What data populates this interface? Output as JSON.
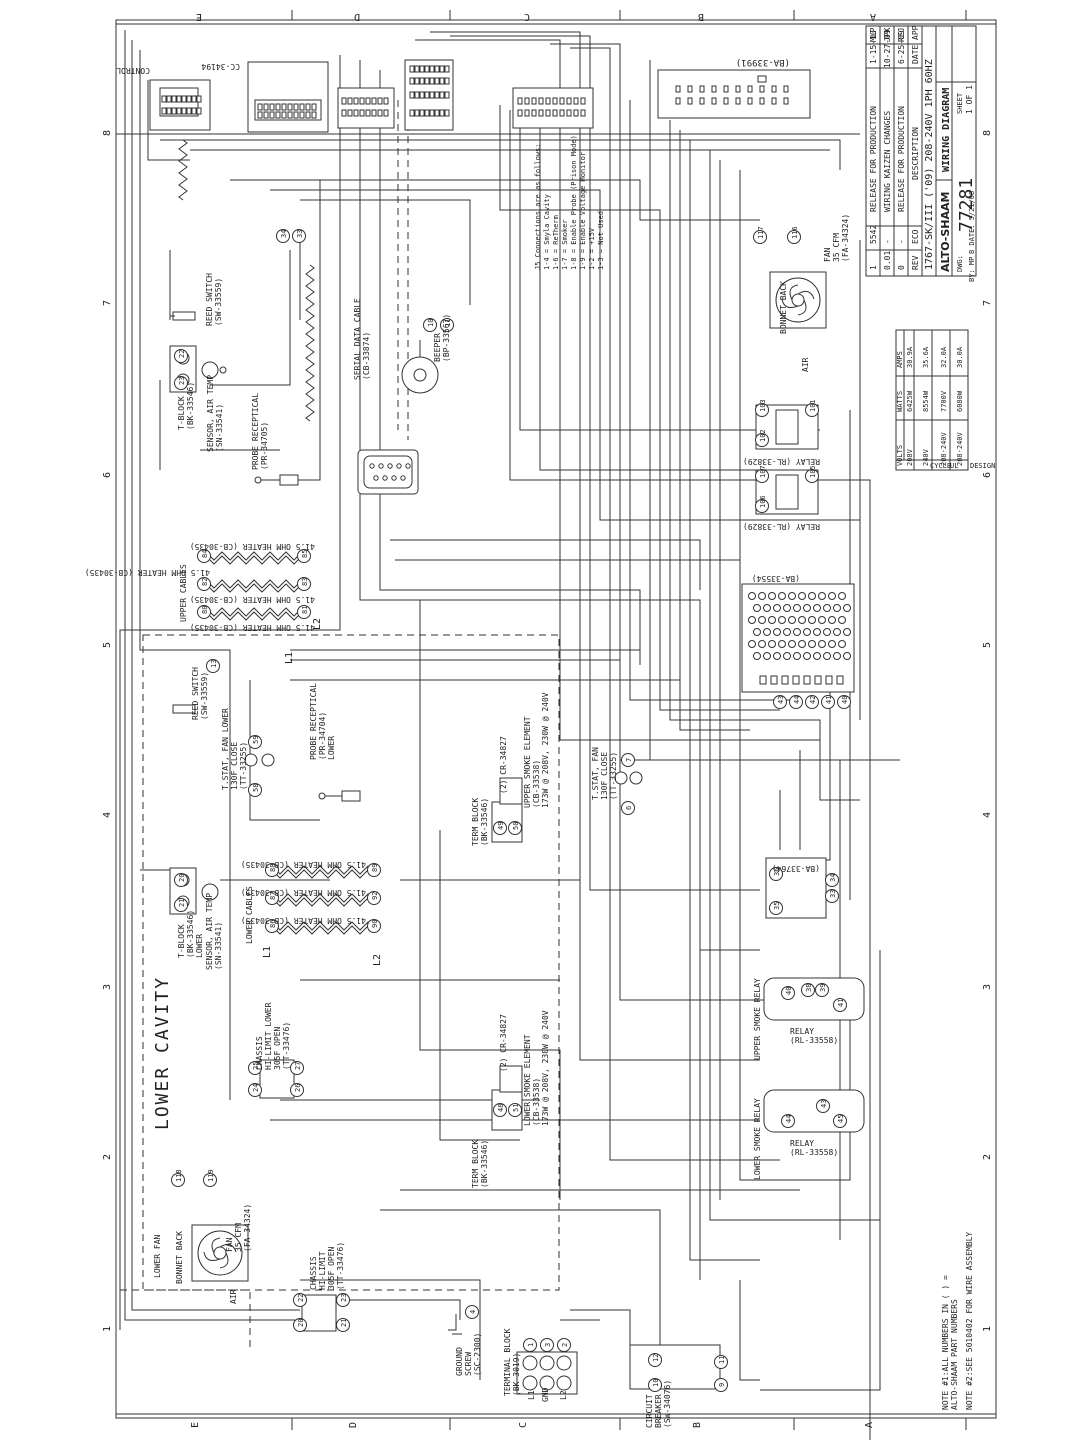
{
  "border": {
    "cols_top": [
      "E",
      "D",
      "C",
      "B",
      "A"
    ],
    "cols_bottom": [
      "E",
      "D",
      "C",
      "B",
      "A"
    ],
    "rows": [
      "8",
      "7",
      "6",
      "5",
      "4",
      "3",
      "2",
      "1"
    ]
  },
  "title_block": {
    "revisions": [
      {
        "rev": "1",
        "eco": "5542",
        "desc": "RELEASE FOR PRODUCTION",
        "date": "1-15-10",
        "app": "MLP"
      },
      {
        "rev": "0.01",
        "eco": "-",
        "desc": "WIRING KAIZEN CHANGES",
        "date": "10-27-09",
        "app": "JPK"
      },
      {
        "rev": "0",
        "eco": "-",
        "desc": "RELEASE FOR PRODUCTION",
        "date": "6-25-09",
        "app": "REJ"
      }
    ],
    "rev_head": {
      "rev": "REV",
      "eco": "ECO",
      "desc": "DESCRIPTION",
      "date": "DATE",
      "app": "APP"
    },
    "model": "1767-SK/III ('09) 208-240V 1PH 60HZ",
    "logo": "ALTO-SHAAM",
    "title": "WIRING DIAGRAM",
    "dwg_label": "DWG:",
    "dwg": "77281",
    "sheet_label": "SHEET",
    "sheet": "1 OF 1",
    "by": "BY: MP",
    "bdate": "B DATE: 5/21/08"
  },
  "ratings": {
    "headers": [
      "VOLTS",
      "WATTS",
      "AMPS"
    ],
    "rows": [
      [
        "208V",
        "6425W",
        "30.9A"
      ],
      [
        "240V",
        "8554W",
        "35.6A"
      ],
      [
        "208-240V",
        "7700V",
        "32.0A"
      ],
      [
        "208-240V",
        "6080W",
        "30.0A"
      ]
    ],
    "footer": [
      "CYCLE",
      "UL",
      "DESIGN"
    ]
  },
  "labels": {
    "control": "CONTROL",
    "cc": "CC-34194",
    "ba3399": "(BA-33991)",
    "j5": "J5 Connections are as follows:\n1-4 = Smyla Cavity\n1-6 = ReTherm\n1-7 = Smoker\n1-8 = Enable Probe (Prison Mode)\n1-9 = Enable Voltage Monitor\n1-2 = +15V\n1-3 = Not Used",
    "reed_upper": "REED SWITCH\n(SW-33559)",
    "tblock_upper": "T-BLOCK\n(BK-33546)",
    "sensor_upper": "SENSOR, AIR TEMP\n(SN-33541)",
    "probe_upper": "PROBE RECEPTICAL\n(PR-34705)",
    "serial": "SERIAL DATA CABLE\n(CB-33874)",
    "beeper": "BEEPER\n(BP-33567)",
    "upper_cables": "UPPER CABLES",
    "heater": "41.5 OHM HEATER (CB-30435)",
    "reed_lower": "REED SWITCH\n(SW-33559)",
    "tstat_lower": "T.STAT, FAN LOWER\n130F CLOSE\n(TT-33255)",
    "probe_lower": "PROBE RECEPTICAL\n(PR-34704)\nLOWER",
    "tblock_lower": "T-BLOCK\n(BK-33546)\nLOWER",
    "sensor_lower": "SENSOR, AIR TEMP\n(SN-33541)",
    "lower_cables": "LOWER CABLES",
    "lower_cavity": "LOWER CAVITY",
    "chassis_lower": "CHASSIS\nHI-LIMIT LOWER\n305F OPEN\n(TT-33476)",
    "lower_fan": "LOWER FAN",
    "bonnet_back": "BONNET BACK",
    "fan_lower": "FAN\n35 CFM\n(FA-34324)",
    "air": "AIR",
    "chassis_hi": "CHASSIS\nHI-LIMIT\n305F OPEN\n(TT-33476)",
    "ground": "GROUND\nSCREW\n(SC-2300)",
    "terminal": "TERMINAL BLOCK\n(BK-3019)",
    "breaker": "CIRCUIT\nBREAKER\n(SW-34076)",
    "term_upper": "TERM BLOCK\n(BK-33546)",
    "cr_upper": "(2) CR-34827",
    "smoke_upper": "UPPER SMOKE ELEMENT\n(CB-33538)\n173W @ 208V, 230W @ 240V",
    "term_lower": "TERM BLOCK\n(BK-33546)",
    "cr_lower": "(2) CR-34827",
    "smoke_lower": "LOWER SMOKE ELEMENT\n(CB-33538)\n173W @ 208V, 230W @ 240V",
    "tstat_fan": "T.STAT, FAN\n130F CLOSE\n(TT-33255)",
    "ba3354": "(BA-33554)",
    "relay1": "RELAY (RL-33829)",
    "relay2": "RELAY (RL-33829)",
    "fan_upper": "FAN\n35 CFM\n(FA-34324)",
    "bonnet_upper": "BONNET BACK",
    "ba33764": "(BA-33764)",
    "upper_smoke_relay": "UPPER SMOKE RELAY",
    "relay_label": "RELAY\n(RL-33558)",
    "lower_smoke_relay": "LOWER SMOKE RELAY",
    "relay_label2": "RELAY\n(RL-33558)",
    "note1": "NOTE #1:ALL NUMBERS IN ( ) =\n    ALTO-SHAAM PART NUMBERS",
    "note2": "NOTE #2:SEE 5010402 FOR WIRE ASSEMBLY",
    "l1": "L1",
    "l2": "L2",
    "gnd": "GND"
  }
}
